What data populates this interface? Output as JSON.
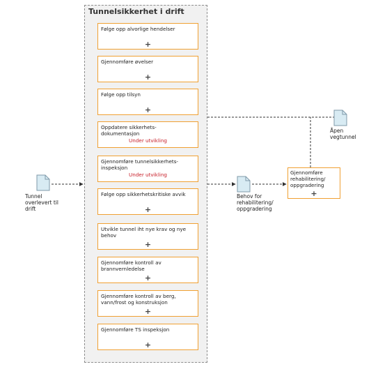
{
  "group": {
    "title": "Tunnelsikkerhet i drift"
  },
  "tasks": [
    {
      "label": "Følge opp alvorlige hendelser",
      "status": ""
    },
    {
      "label": "Gjennomføre øvelser",
      "status": ""
    },
    {
      "label": "Følge opp tilsyn",
      "status": ""
    },
    {
      "label": "Oppdatere sikkerhets-dokumentasjon",
      "status": "Under utvikling"
    },
    {
      "label": "Gjennomføre tunnelsikkerhets-inspeksjon",
      "status": "Under utvikling"
    },
    {
      "label": "Følge opp sikkerhetskritiske avvik",
      "status": ""
    },
    {
      "label": "Utvikle tunnel iht nye krav og nye behov",
      "status": ""
    },
    {
      "label": "Gjennomføre kontroll av brannvernledelse",
      "status": ""
    },
    {
      "label": "Gjennomføre kontroll av berg, vann/frost og konstruksjon",
      "status": ""
    },
    {
      "label": "Gjennomføre TS inspeksjon",
      "status": ""
    }
  ],
  "expand_symbol": "+",
  "documents": {
    "input": {
      "label": "Tunnel overlevert til drift"
    },
    "need": {
      "label": "Behov for rehabilitering/ oppgradering"
    },
    "output": {
      "label": "Åpen vegtunnel"
    }
  },
  "external_task": {
    "label": "Gjennomføre rehabilitering/ oppgradering"
  },
  "colors": {
    "task_border": "#f0a032",
    "status_text": "#c8202a",
    "group_fill": "#f1f1f1",
    "doc_fill": "#d8ebf3",
    "doc_border": "#7f9aaa"
  }
}
